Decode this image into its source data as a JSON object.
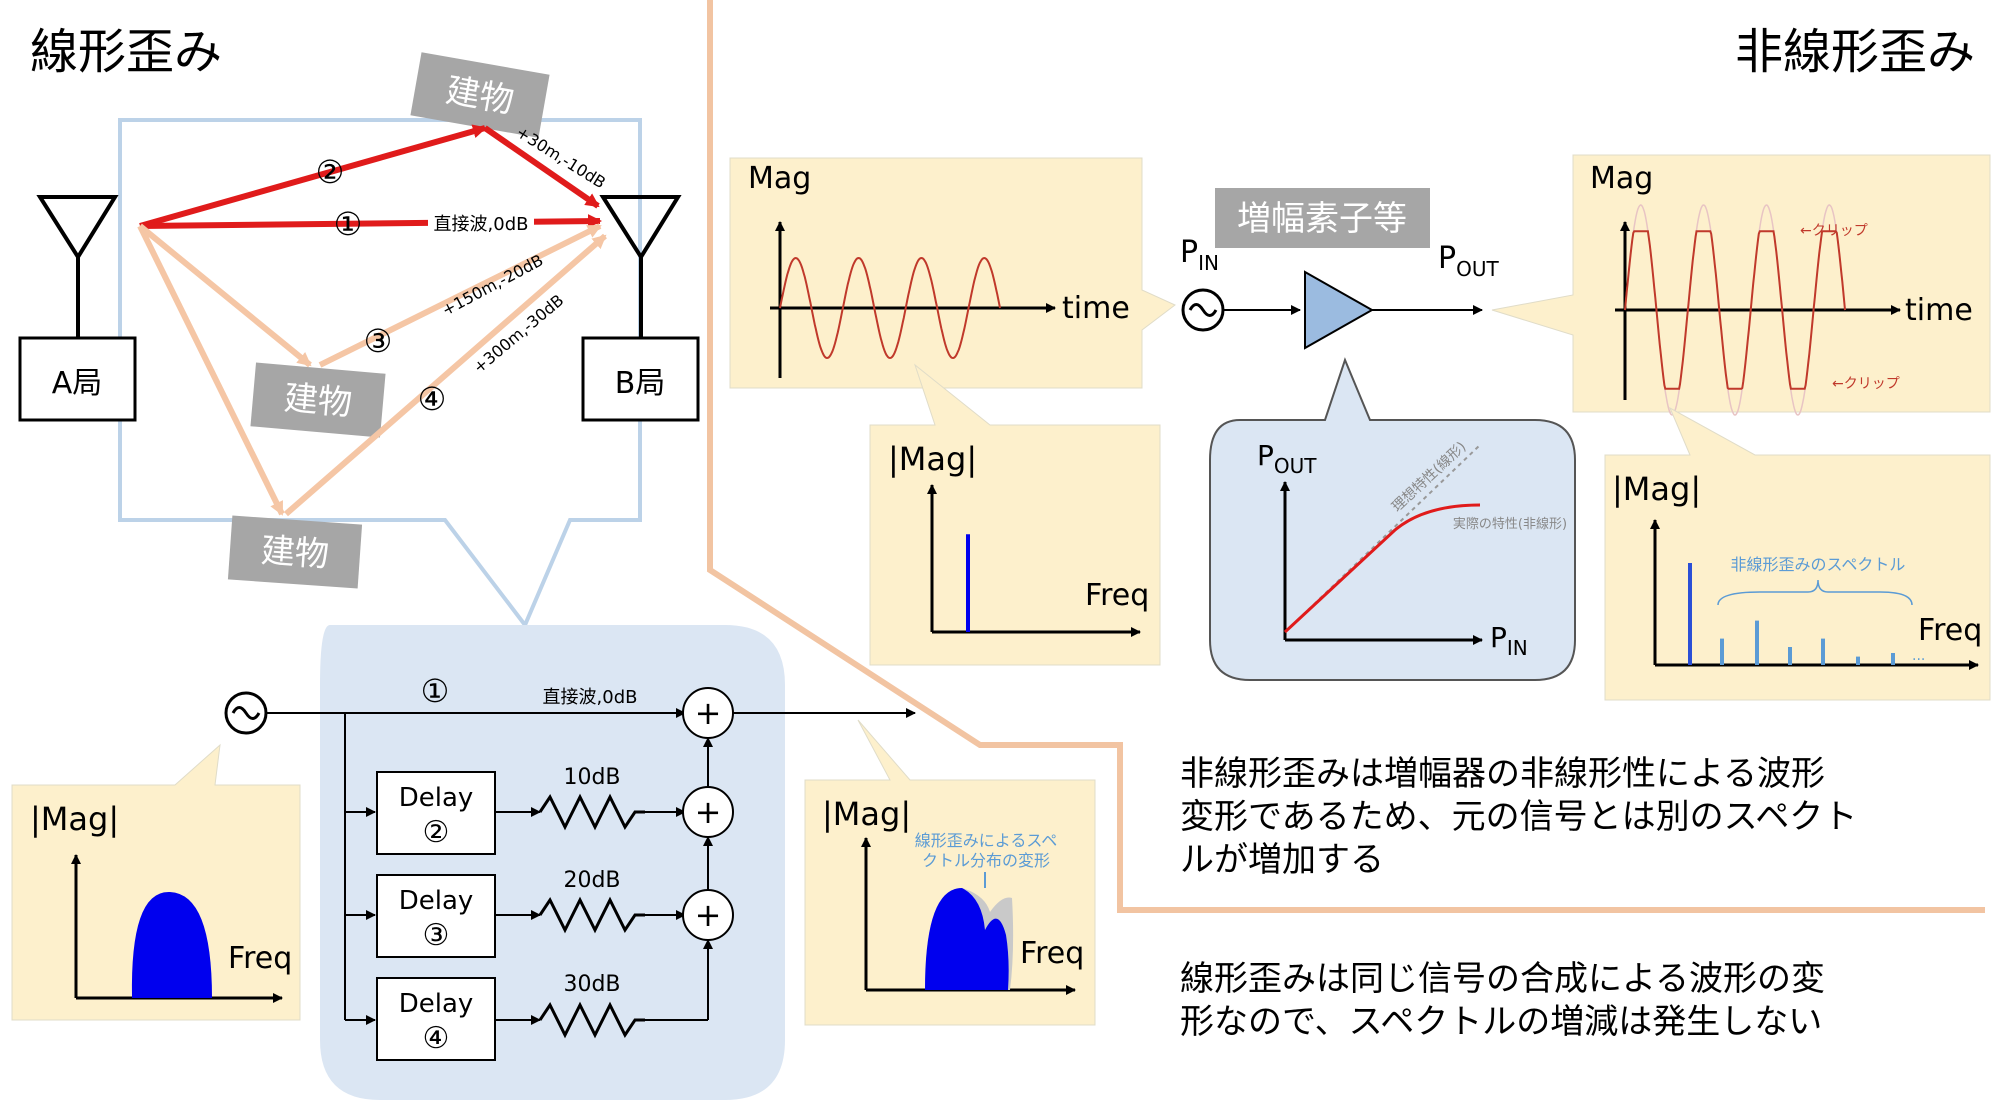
{
  "titles": {
    "linear": "線形歪み",
    "nonlinear": "非線形歪み"
  },
  "stations": {
    "a": "A局",
    "b": "B局"
  },
  "buildings": [
    "建物",
    "建物",
    "建物"
  ],
  "paths": [
    {
      "num": "①",
      "label": "直接波,0dB"
    },
    {
      "num": "②",
      "label": "+30m,-10dB"
    },
    {
      "num": "③",
      "label": "+150m,-20dB"
    },
    {
      "num": "④",
      "label": "+300m,-30dB"
    }
  ],
  "model": {
    "direct_num": "①",
    "direct_label": "直接波,0dB",
    "delays": [
      {
        "label": "Delay",
        "num": "②",
        "atten": "10dB"
      },
      {
        "label": "Delay",
        "num": "③",
        "atten": "20dB"
      },
      {
        "label": "Delay",
        "num": "④",
        "atten": "30dB"
      }
    ],
    "adder_symbol": "+"
  },
  "spectrum_in": {
    "ylabel": "|Mag|",
    "xlabel": "Freq"
  },
  "spectrum_out": {
    "ylabel": "|Mag|",
    "xlabel": "Freq",
    "annotation_line1": "線形歪みによるスペ",
    "annotation_line2": "クトル分布の変形"
  },
  "amp_label": "増幅素子等",
  "pin": {
    "main": "P",
    "sub": "IN"
  },
  "pout": {
    "main": "P",
    "sub": "OUT"
  },
  "time_in": {
    "ylabel": "Mag",
    "xlabel": "time"
  },
  "time_out": {
    "ylabel": "Mag",
    "xlabel": "time",
    "clip_label": "←クリップ"
  },
  "freq_in": {
    "ylabel": "|Mag|",
    "xlabel": "Freq"
  },
  "transfer": {
    "ymain": "P",
    "ysub": "OUT",
    "xmain": "P",
    "xsub": "IN",
    "ideal": "理想特性(線形)",
    "actual": "実際の特性(非線形)"
  },
  "freq_out": {
    "ylabel": "|Mag|",
    "xlabel": "Freq",
    "annotation": "非線形歪みのスペクトル",
    "ellipsis": "..."
  },
  "nonlinear_text": [
    "非線形歪みは増幅器の非線形性による波形",
    "変形であるため、元の信号とは別のスペクト",
    "ルが増加する"
  ],
  "linear_text": [
    "線形歪みは同じ信号の合成による波形の変",
    "形なので、スペクトルの増減は発生しない"
  ],
  "colors": {
    "callout": "#fdf0cc",
    "blue_panel": "#dbe6f3",
    "red": "#e01b1b",
    "peach": "#f5c6a5",
    "blue_fill": "#0000ee",
    "divider": "#f2c4a2",
    "building": "#a6a6a6"
  },
  "chart_data": [
    {
      "type": "line",
      "title": "",
      "xlabel": "time",
      "ylabel": "Mag",
      "series": [
        {
          "name": "",
          "shape": "sine",
          "cycles": 3.5
        }
      ]
    },
    {
      "type": "line",
      "title": "",
      "xlabel": "time",
      "ylabel": "Mag",
      "series": [
        {
          "name": "",
          "shape": "clipped sine",
          "cycles": 3.5
        }
      ]
    },
    {
      "type": "bar",
      "title": "",
      "xlabel": "Freq",
      "ylabel": "|Mag|",
      "series": [
        {
          "name": "",
          "values": [
            0.85
          ]
        }
      ]
    },
    {
      "type": "line",
      "title": "",
      "xlabel": "P_IN",
      "ylabel": "P_OUT",
      "series": [
        {
          "name": "理想特性(線形)",
          "shape": "linear"
        },
        {
          "name": "実際の特性(非線形)",
          "shape": "saturating"
        }
      ]
    },
    {
      "type": "bar",
      "title": "",
      "xlabel": "Freq",
      "ylabel": "|Mag|",
      "series": [
        {
          "name": "",
          "values": [
            0.85,
            0.22,
            0.37,
            0.15,
            0.22,
            0.07,
            0.1
          ]
        }
      ]
    }
  ]
}
